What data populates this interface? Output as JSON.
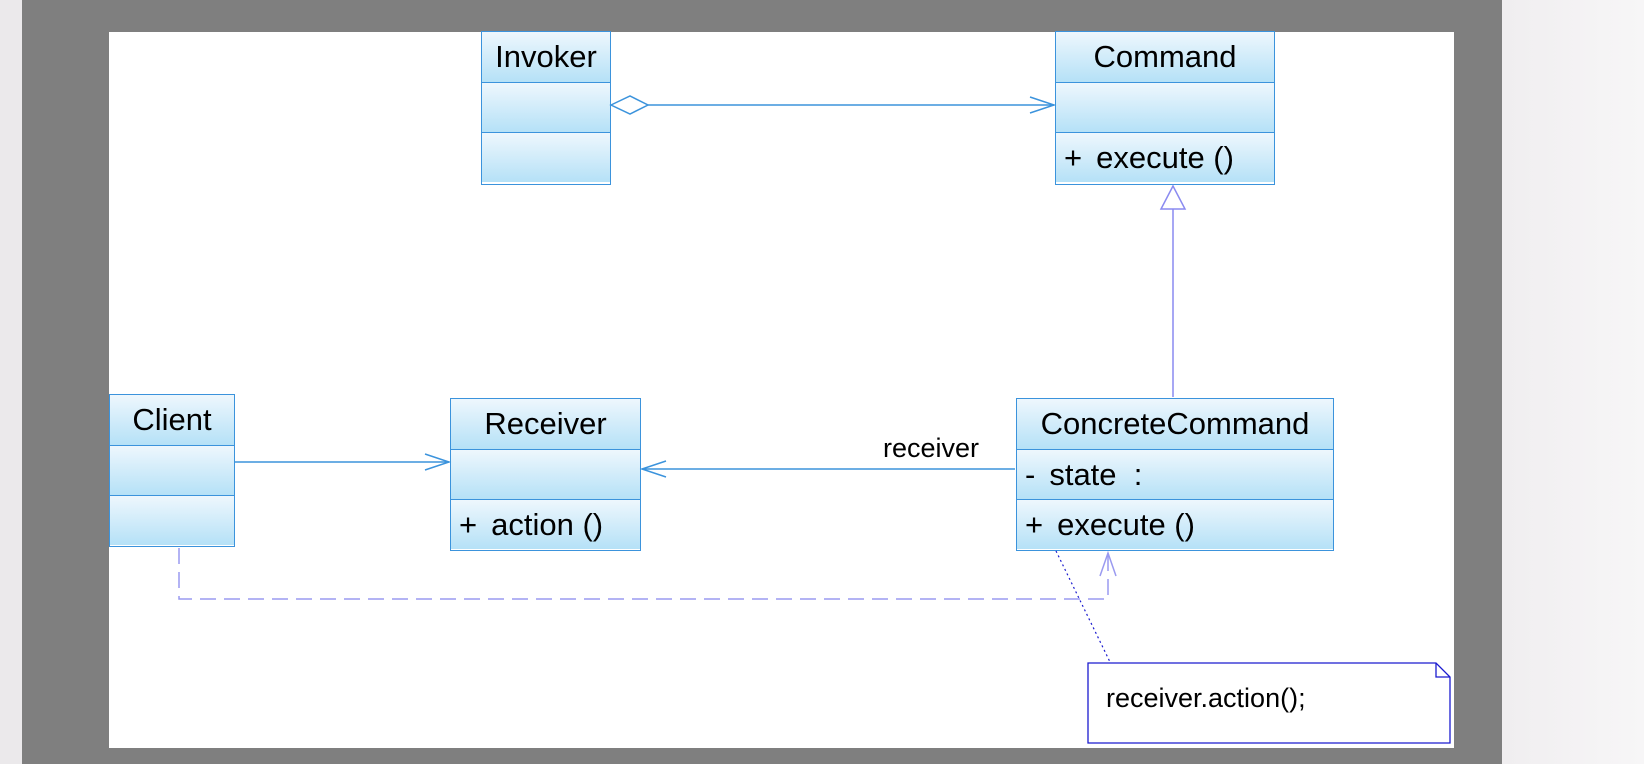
{
  "diagram": {
    "classes": [
      {
        "id": "invoker",
        "name": "Invoker",
        "attributes": [],
        "operations": []
      },
      {
        "id": "command",
        "name": "Command",
        "attributes": [],
        "operations": [
          {
            "visibility": "+",
            "signature": "execute ()"
          }
        ]
      },
      {
        "id": "client",
        "name": "Client",
        "attributes": [],
        "operations": []
      },
      {
        "id": "receiver",
        "name": "Receiver",
        "attributes": [],
        "operations": [
          {
            "visibility": "+",
            "signature": "action ()"
          }
        ]
      },
      {
        "id": "concrete-command",
        "name": "ConcreteCommand",
        "attributes": [
          {
            "visibility": "-",
            "signature": "state  :"
          }
        ],
        "operations": [
          {
            "visibility": "+",
            "signature": "execute ()"
          }
        ]
      }
    ],
    "relations": [
      {
        "type": "aggregation",
        "from": "Invoker",
        "to": "Command"
      },
      {
        "type": "generalization",
        "from": "ConcreteCommand",
        "to": "Command"
      },
      {
        "type": "association",
        "from": "Client",
        "to": "Receiver"
      },
      {
        "type": "association",
        "from": "ConcreteCommand",
        "to": "Receiver",
        "role": "receiver"
      },
      {
        "type": "dependency",
        "from": "Client",
        "to": "ConcreteCommand"
      }
    ],
    "note": {
      "text": "receiver.action();",
      "attached_to": "ConcreteCommand"
    },
    "colors": {
      "class_border": "#3b93dc",
      "class_fill_top": "#eef7fd",
      "class_fill_bottom": "#b5e1f7",
      "generalization_line": "#8a8af0",
      "dependency_line": "#9a9af0",
      "note_border": "#1b1bcf",
      "frame": "#7f7f7f",
      "canvas": "#ffffff"
    }
  }
}
